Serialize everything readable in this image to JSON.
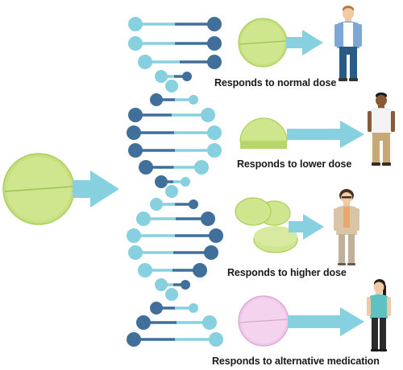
{
  "colors": {
    "dark_blue": "#3f6f9a",
    "light_blue": "#86d0df",
    "arrow": "#86d0df",
    "pill_green": "#c6e07e",
    "pill_green_dark": "#9dc350",
    "pill_pink": "#efc7e9"
  },
  "responses": [
    {
      "label": "Responds to normal dose",
      "pill": "whole-pill",
      "person": "man-casual"
    },
    {
      "label": "Responds to lower dose",
      "pill": "half-pill",
      "person": "man-white-shirt"
    },
    {
      "label": "Responds to higher dose",
      "pill": "multiple-pills",
      "person": "woman-beige-jacket"
    },
    {
      "label": "Responds to alternative medication",
      "pill": "pink-pill",
      "person": "woman-teal-top"
    }
  ]
}
